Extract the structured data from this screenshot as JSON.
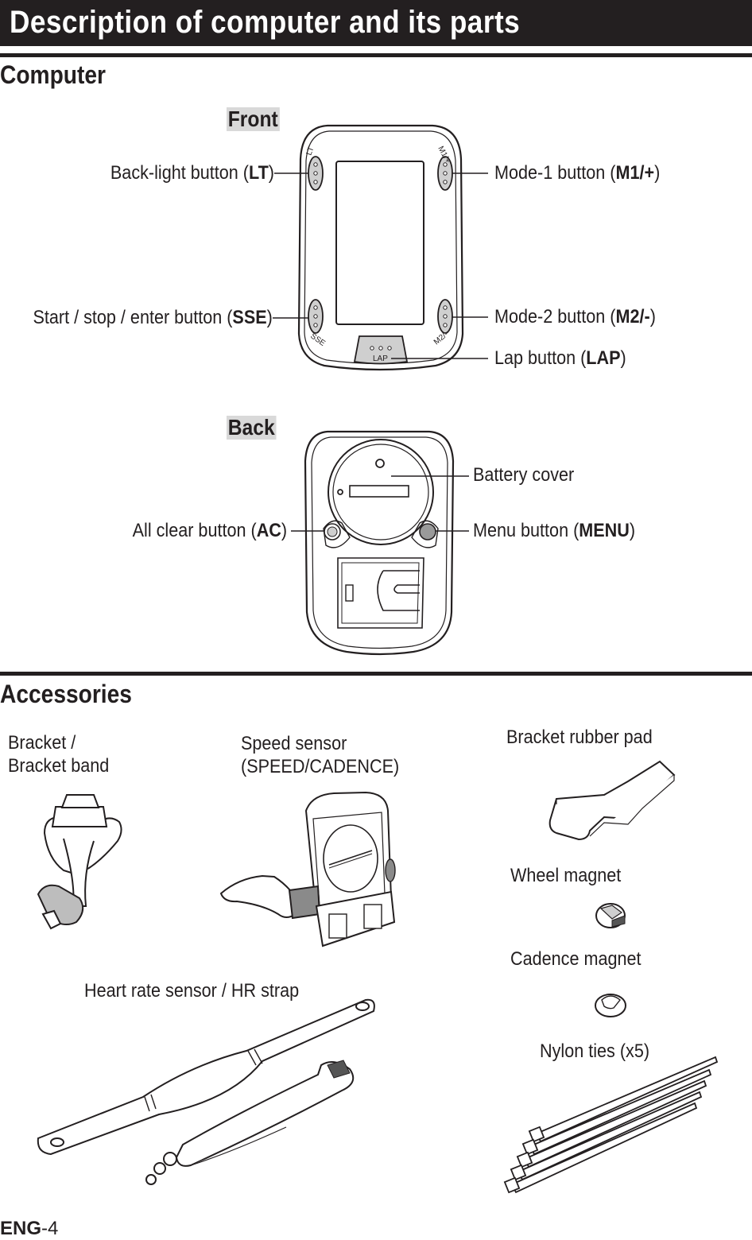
{
  "header": {
    "title": "Description of computer and its parts"
  },
  "computer": {
    "heading": "Computer",
    "front": {
      "subheading": "Front",
      "device_marks": {
        "lt": "LT",
        "m1": "M1/+",
        "sse": "SSE",
        "m2": "M2/-",
        "lap": "LAP"
      },
      "backlight": {
        "prefix": "Back-light button (",
        "code": "LT",
        "suffix": ")"
      },
      "start_stop": {
        "prefix": "Start / stop / enter button (",
        "code": "SSE",
        "suffix": ")"
      },
      "mode1": {
        "prefix": "Mode-1 button (",
        "code": "M1/+",
        "suffix": ")"
      },
      "mode2": {
        "prefix": "Mode-2 button (",
        "code": "M2/-",
        "suffix": ")"
      },
      "lap": {
        "prefix": "Lap button  (",
        "code": "LAP",
        "suffix": ")"
      }
    },
    "back": {
      "subheading": "Back",
      "battery_cover": "Battery cover",
      "all_clear": {
        "prefix": "All clear button (",
        "code": "AC",
        "suffix": ")"
      },
      "menu": {
        "prefix": "Menu button (",
        "code": "MENU",
        "suffix": ")"
      }
    }
  },
  "accessories": {
    "heading": "Accessories",
    "bracket": {
      "line1": "Bracket /",
      "line2": "Bracket band"
    },
    "speed_sensor": {
      "line1": "Speed sensor",
      "line2": "(SPEED/CADENCE)"
    },
    "rubber_pad": "Bracket rubber pad",
    "wheel_magnet": "Wheel magnet",
    "cadence_magnet": "Cadence magnet",
    "nylon_ties": "Nylon ties (x5)",
    "heart_rate": "Heart rate sensor / HR strap"
  },
  "footer": {
    "lang": "ENG",
    "page": "-4"
  }
}
